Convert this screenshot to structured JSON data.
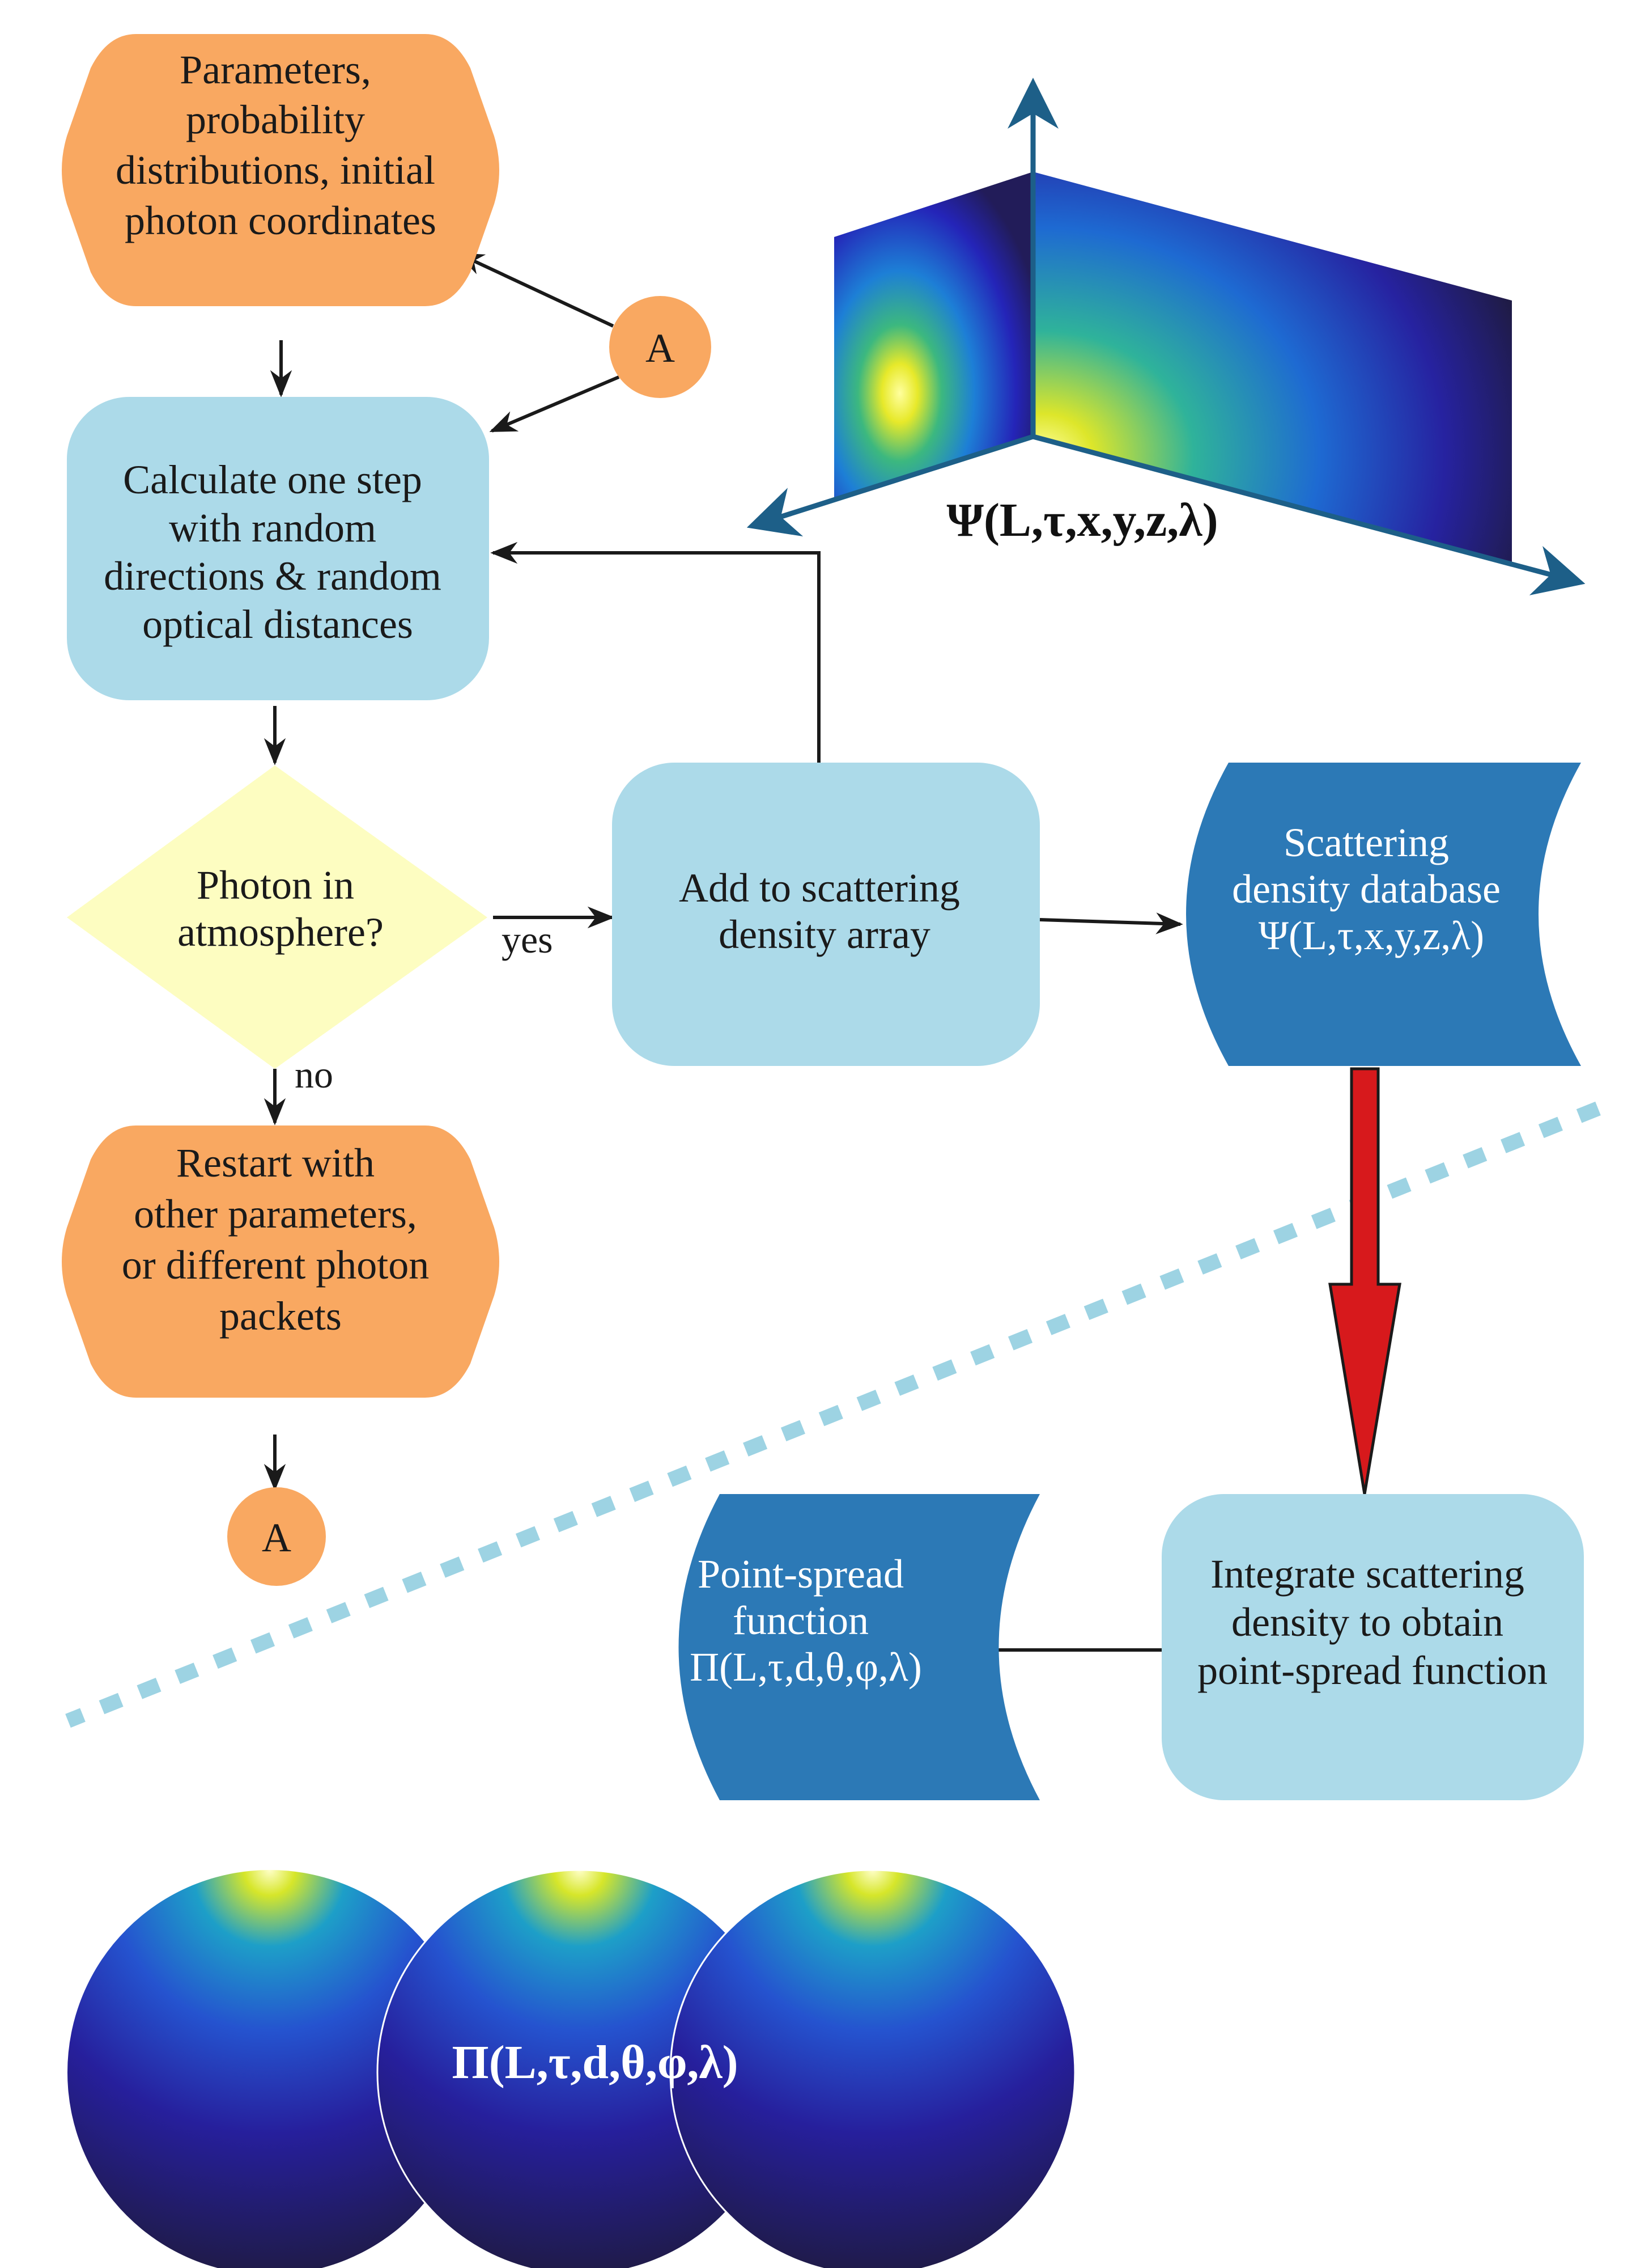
{
  "nodes": {
    "parameters": {
      "lines": [
        "Parameters,",
        "probability",
        "distributions, initial",
        "photon coordinates"
      ]
    },
    "calculate_step": {
      "lines": [
        "Calculate one step",
        "with random",
        "directions &  random",
        "optical distances"
      ]
    },
    "decision": {
      "lines": [
        "Photon in",
        "atmosphere?"
      ]
    },
    "add_array": {
      "lines": [
        "Add to scattering",
        "density array"
      ]
    },
    "restart": {
      "lines": [
        "Restart with",
        "other parameters,",
        "or different photon",
        "packets"
      ]
    },
    "database": {
      "lines": [
        "Scattering",
        "density database",
        "Ψ(L,τ,x,y,z,λ)"
      ]
    },
    "integrate": {
      "lines": [
        "Integrate scattering",
        "density to obtain",
        "point-spread function"
      ]
    },
    "psf": {
      "lines": [
        "Point-spread",
        "function",
        "Π(L,τ,d,θ,φ,λ)"
      ]
    }
  },
  "connectors": {
    "top": "A",
    "bottom": "A"
  },
  "edge_labels": {
    "yes": "yes",
    "no": "no"
  },
  "plots": {
    "psi_label": "Ψ(L,τ,x,y,z,λ)",
    "pi_label": "Π(L,τ,d,θ,φ,λ)"
  },
  "colors": {
    "orange": "#f9a861",
    "light_blue": "#acdae9",
    "dark_blue": "#2c79b6",
    "yellow": "#fdfdc1",
    "red_arrow": "#d7191c",
    "axis": "#1d5f88",
    "dotted_line": "#9dd3e3"
  }
}
